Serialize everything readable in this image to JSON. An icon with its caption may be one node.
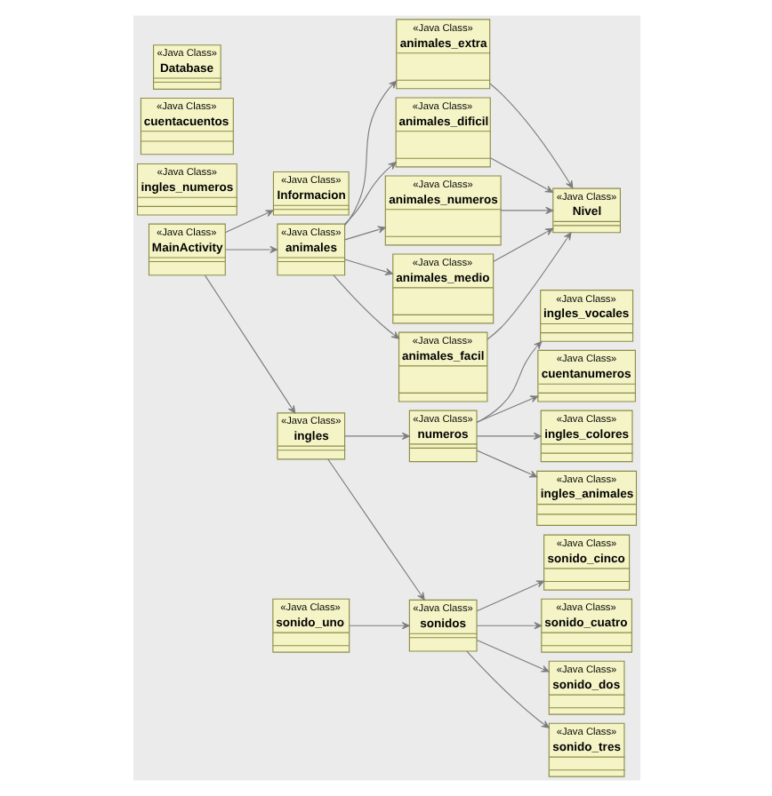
{
  "diagram": {
    "nodes": [
      {
        "text": [
          "«Java Class»",
          "Nivel"
        ]
      },
      {
        "text": [
          "«Java Class»",
          "animales_numeros"
        ]
      },
      {
        "text": [
          "«Java Class»",
          "animales_medio"
        ]
      },
      {
        "text": [
          "«Java Class»",
          "animales"
        ]
      },
      {
        "text": [
          "«Java Class»",
          "animales_facil"
        ]
      },
      {
        "text": [
          "«Java Class»",
          "animales_extra"
        ]
      },
      {
        "text": [
          "«Java Class»",
          "animales_dificil"
        ]
      },
      {
        "text": [
          "«Java Class»",
          "cuentanumeros"
        ]
      },
      {
        "text": [
          "«Java Class»",
          "sonido_cuatro"
        ]
      },
      {
        "text": [
          "«Java Class»",
          "sonido_uno"
        ]
      },
      {
        "text": [
          "«Java Class»",
          "ingles_colores"
        ]
      },
      {
        "text": [
          "«Java Class»",
          "ingles"
        ]
      },
      {
        "text": [
          "«Java Class»",
          "sonido_dos"
        ]
      },
      {
        "text": [
          "«Java Class»",
          "sonidos"
        ]
      },
      {
        "text": [
          "«Java Class»",
          "numeros"
        ]
      },
      {
        "text": [
          "«Java Class»",
          "ingles_numeros"
        ]
      },
      {
        "text": [
          "«Java Class»",
          "ingles_animales"
        ]
      },
      {
        "text": [
          "«Java Class»",
          "sonido_tres"
        ]
      },
      {
        "text": [
          "«Java Class»",
          "sonido_cinco"
        ]
      },
      {
        "text": [
          "«Java Class»",
          "ingles_vocales"
        ]
      },
      {
        "text": [
          "«Java Class»",
          "MainActivity"
        ]
      },
      {
        "text": [
          "«Java Class»",
          "cuentacuentos"
        ]
      },
      {
        "text": [
          "«Java Class»",
          "Database"
        ]
      },
      {
        "text": [
          "«Java Class»",
          "Informacion"
        ]
      }
    ],
    "edges": [
      {
        "from": 3,
        "to": 1,
        "arrow": "to"
      },
      {
        "from": 3,
        "to": 2,
        "arrow": "to"
      },
      {
        "from": 3,
        "to": 4,
        "arrow": "to"
      },
      {
        "from": 3,
        "to": 5,
        "arrow": "to"
      },
      {
        "from": 3,
        "to": 6,
        "arrow": "to"
      },
      {
        "from": 1,
        "to": 0,
        "arrow": "to"
      },
      {
        "from": 2,
        "to": 0,
        "arrow": "to"
      },
      {
        "from": 4,
        "to": 0,
        "arrow": "to"
      },
      {
        "from": 5,
        "to": 0,
        "arrow": "to"
      },
      {
        "from": 6,
        "to": 0,
        "arrow": "to"
      },
      {
        "from": 20,
        "to": 3,
        "arrow": "to"
      },
      {
        "from": 20,
        "to": 11,
        "arrow": "to"
      },
      {
        "from": 20,
        "to": 23,
        "arrow": "to"
      },
      {
        "from": 9,
        "to": 13,
        "arrow": "to"
      },
      {
        "from": 11,
        "to": 13,
        "arrow": "to"
      },
      {
        "from": 11,
        "to": 14,
        "arrow": "to"
      },
      {
        "from": 14,
        "to": 7,
        "arrow": "to"
      },
      {
        "from": 14,
        "to": 10,
        "arrow": "to"
      },
      {
        "from": 14,
        "to": 16,
        "arrow": "to"
      },
      {
        "from": 14,
        "to": 19,
        "arrow": "to"
      },
      {
        "from": 13,
        "to": 8,
        "arrow": "to"
      },
      {
        "from": 13,
        "to": 12,
        "arrow": "to"
      },
      {
        "from": 13,
        "to": 17,
        "arrow": "to"
      },
      {
        "from": 13,
        "to": 18,
        "arrow": "to"
      }
    ]
  }
}
